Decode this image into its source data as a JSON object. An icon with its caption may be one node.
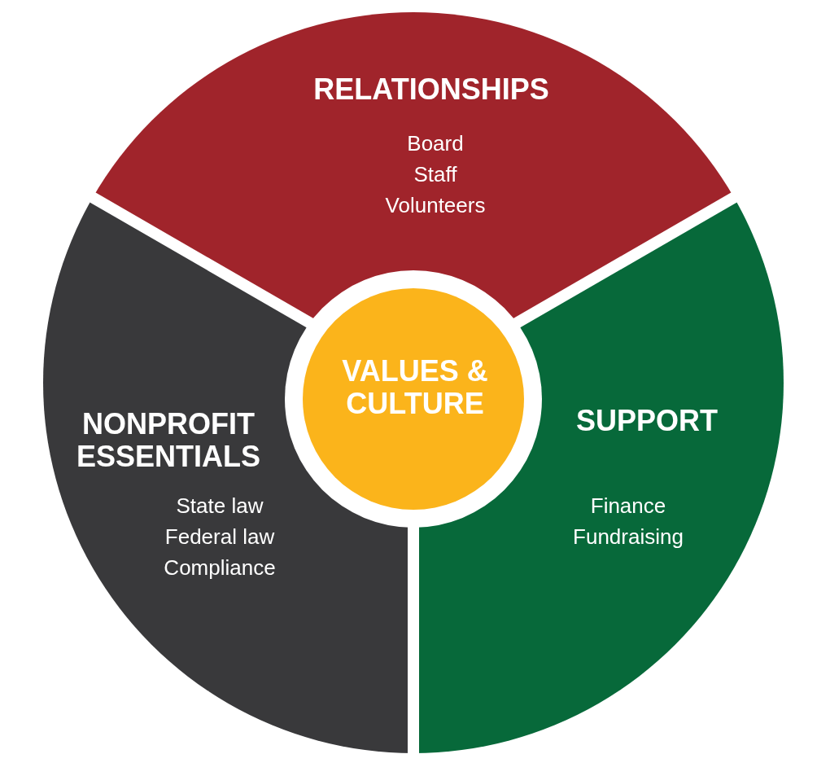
{
  "diagram": {
    "nodes": [
      {
        "text": [
          "RELATIONSHIPS",
          "Board",
          "Staff",
          "Volunteers"
        ]
      },
      {
        "text": [
          "NONPROFIT ESSENTIALS",
          "State law",
          "Federal law",
          "Compliance"
        ]
      },
      {
        "text": [
          "VALUES & CULTURE"
        ]
      },
      {
        "text": [
          "SUPPORT",
          "Finance",
          "Fundraising"
        ]
      }
    ]
  }
}
